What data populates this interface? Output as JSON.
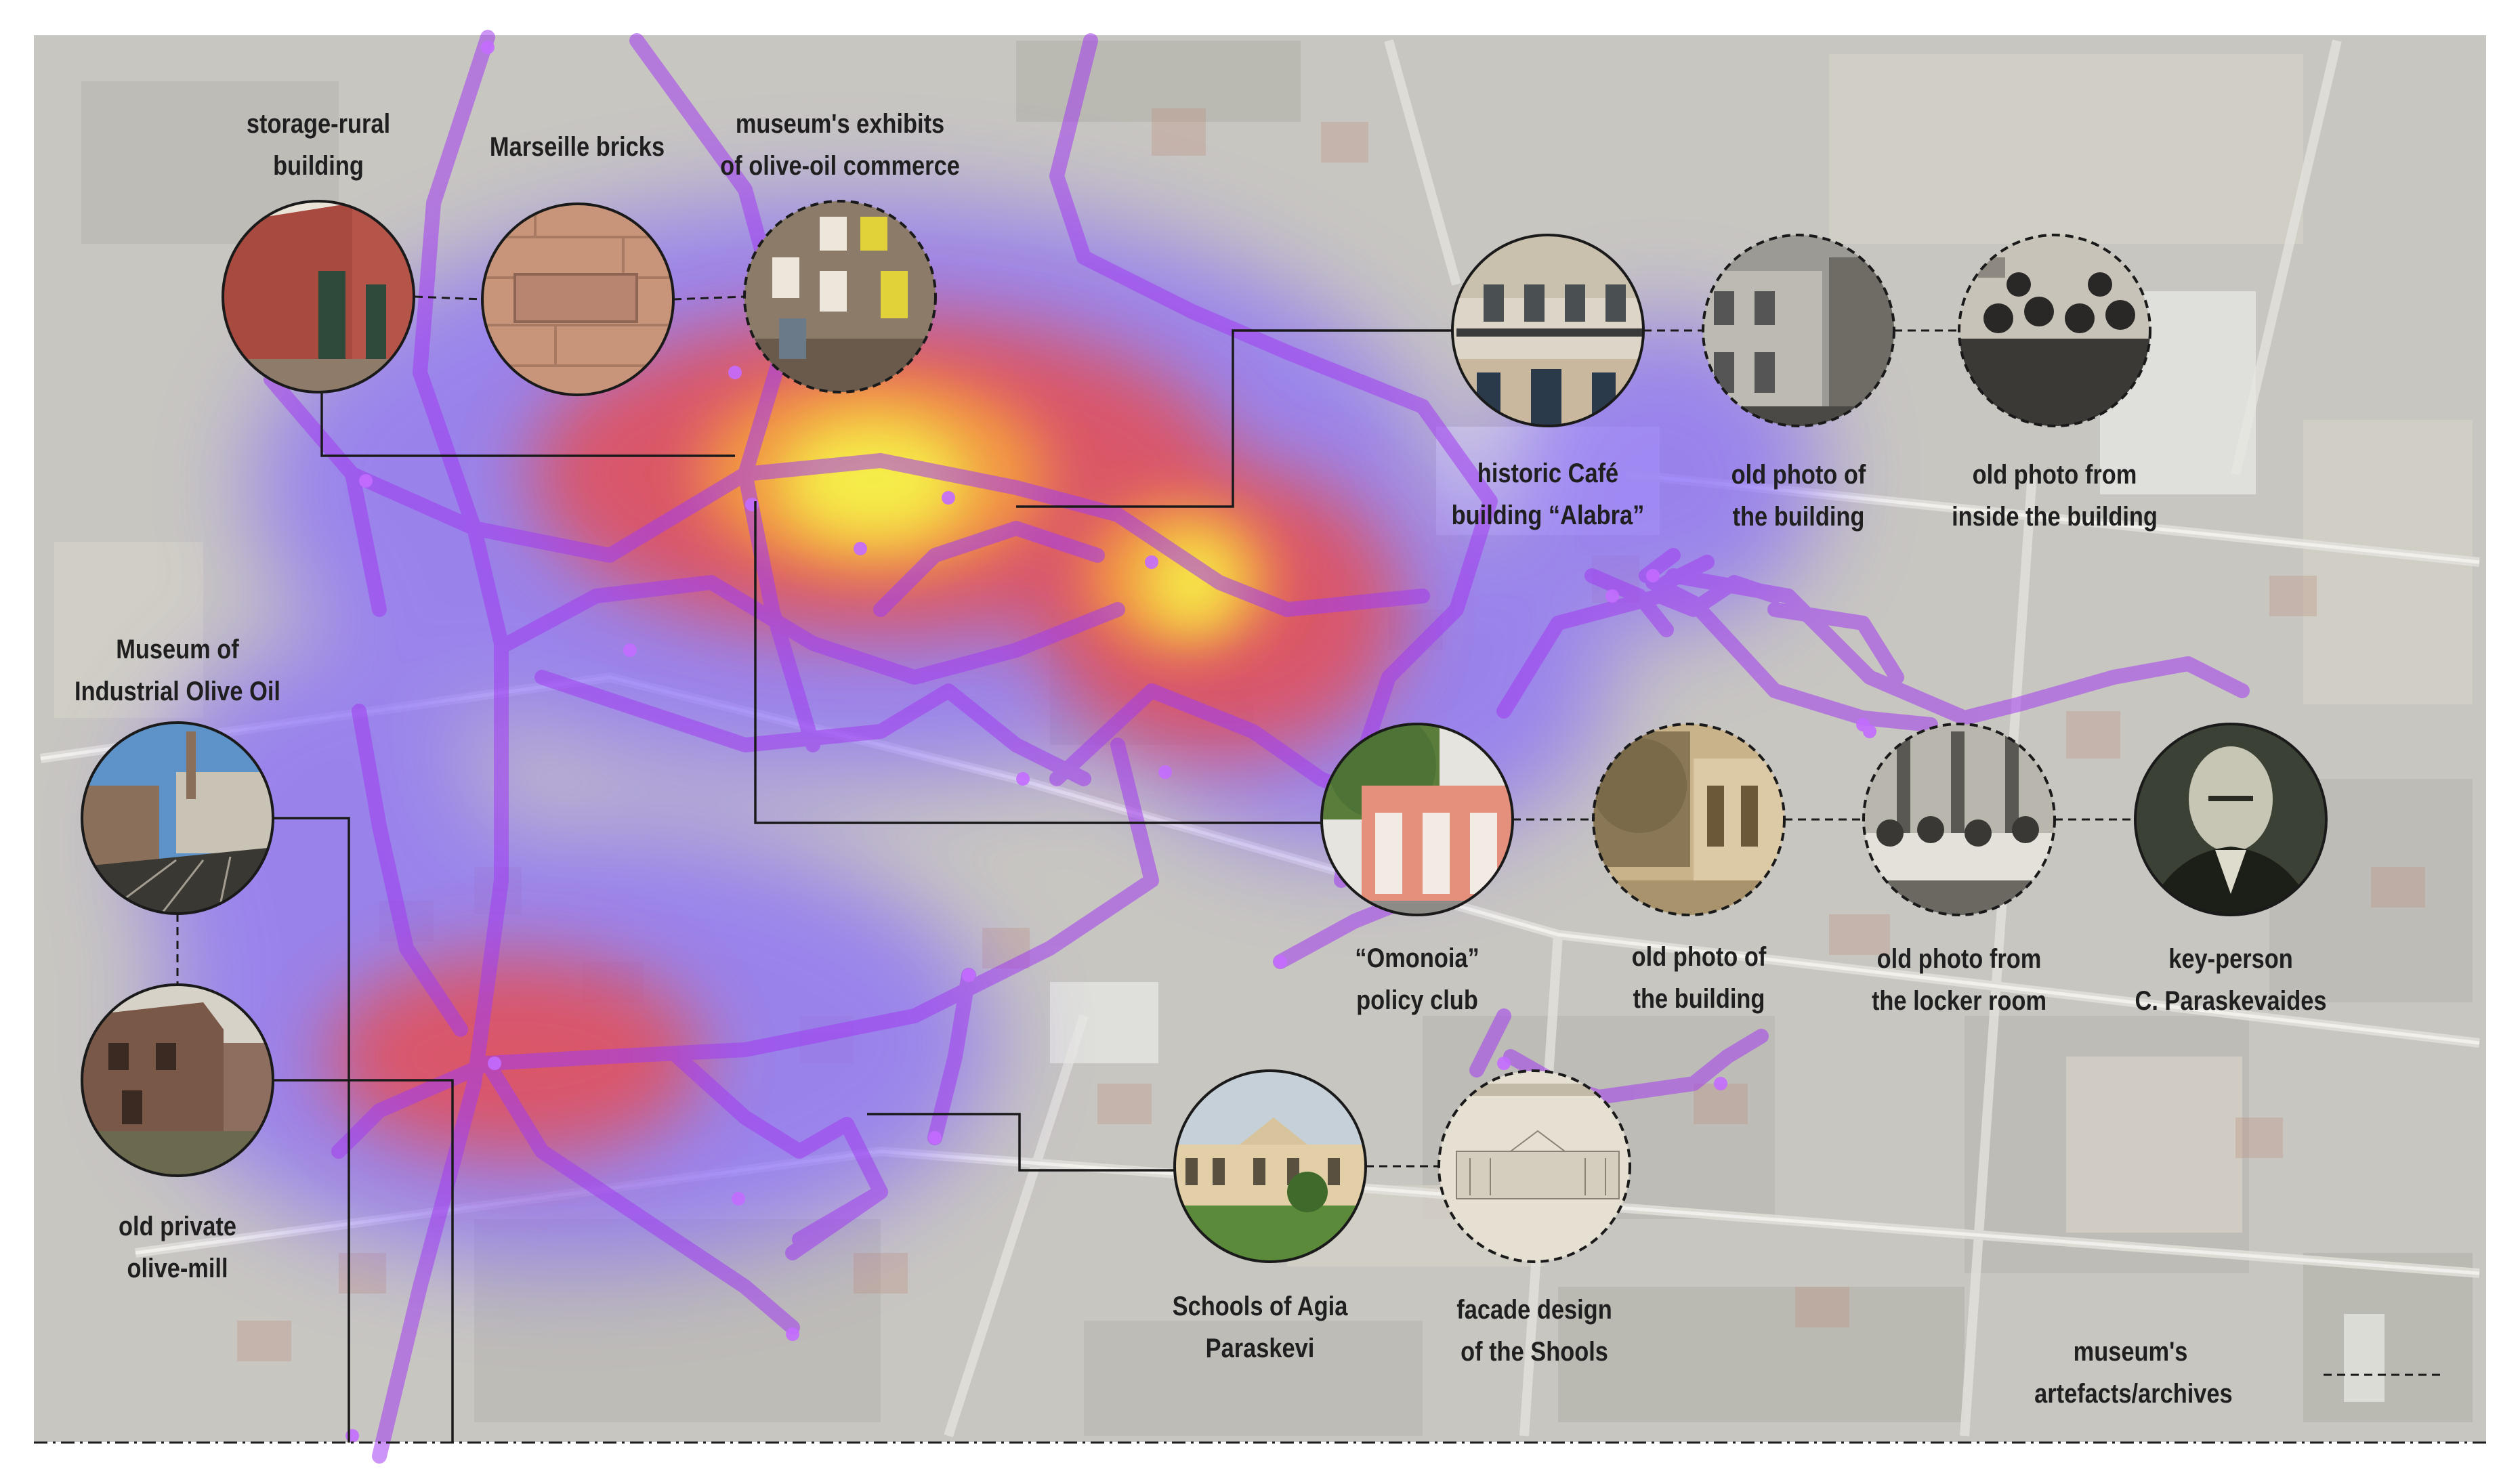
{
  "labels": {
    "storage_rural": [
      "storage-rural",
      "building"
    ],
    "marseille_bricks": [
      "Marseille bricks"
    ],
    "museum_exhibits": [
      "museum's exhibits",
      "of olive-oil commerce"
    ],
    "historic_cafe": [
      "historic Café",
      "building “Alabra”"
    ],
    "cafe_old_photo": [
      "old photo of",
      "the building"
    ],
    "cafe_inside_photo": [
      "old photo from",
      "inside the building"
    ],
    "museum_industrial": [
      "Museum of",
      "Industrial Olive Oil"
    ],
    "old_private_mill": [
      "old private",
      "olive-mill"
    ],
    "omonoia_club": [
      "“Omonoia”",
      "policy club"
    ],
    "omonoia_old_photo": [
      "old photo of",
      "the building"
    ],
    "locker_room_photo": [
      "old photo from",
      "the locker room"
    ],
    "key_person": [
      "key-person",
      "C. Paraskevaides"
    ],
    "schools": [
      "Schools of Agia",
      "Paraskevi"
    ],
    "facade_design": [
      "facade design",
      "of the Shools"
    ]
  },
  "legend": {
    "label": [
      "museum's",
      "artefacts/archives"
    ]
  },
  "colors": {
    "heat_hot": "#f6f24a",
    "heat_warm": "#f0473c",
    "heat_cool": "#8a6dfa",
    "route": "#a23cf0",
    "connector": "#1a1a1a"
  }
}
